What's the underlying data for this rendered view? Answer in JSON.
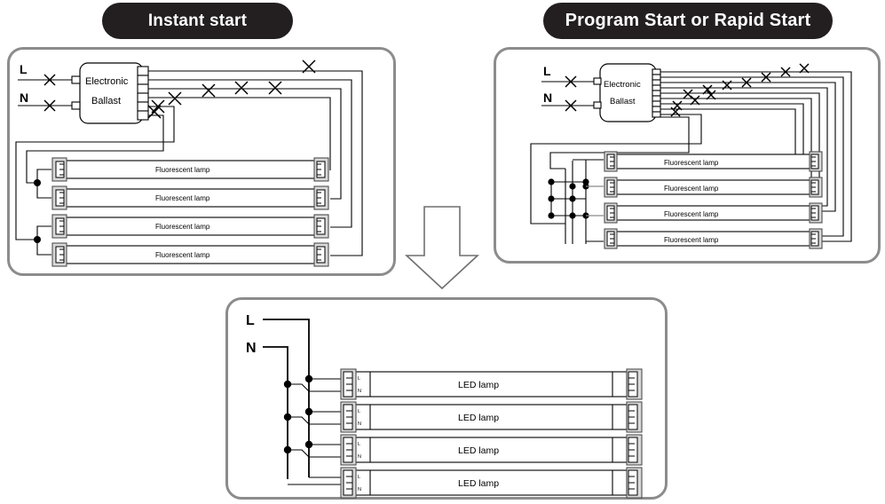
{
  "diagram": {
    "title_pills": [
      {
        "id": "instant-start",
        "label": "Instant start"
      },
      {
        "id": "program-rapid-start",
        "label": "Program Start or Rapid Start"
      }
    ],
    "panels": [
      {
        "id": "instant-start-panel",
        "title": "Instant start",
        "ballast": {
          "line1": "Electronic",
          "line2": "Ballast",
          "terminals": 6
        },
        "supply": [
          {
            "label": "L"
          },
          {
            "label": "N"
          }
        ],
        "lamp_label": "Fluorescent lamp",
        "lamp_count": 4,
        "cut_marks": 8,
        "junction_dots": 2
      },
      {
        "id": "program-rapid-start-panel",
        "title": "Program Start or Rapid Start",
        "ballast": {
          "line1": "Electronic",
          "line2": "Ballast",
          "terminals": 10
        },
        "supply": [
          {
            "label": "L"
          },
          {
            "label": "N"
          }
        ],
        "lamp_label": "Fluorescent lamp",
        "lamp_count": 4,
        "cut_marks": 11,
        "junction_dots": 9
      },
      {
        "id": "led-retrofit-panel",
        "supply": [
          {
            "label": "L"
          },
          {
            "label": "N"
          }
        ],
        "lamp_label": "LED  lamp",
        "lamp_count": 4,
        "endcap_pin_labels": [
          "L",
          "N"
        ],
        "junction_dots": 7
      }
    ],
    "arrow": {
      "name": "down-arrow",
      "direction": "down"
    },
    "colors": {
      "pill_background": "#231f20",
      "pill_text": "#ffffff",
      "panel_border": "#8c8c8c",
      "wire": "#000000",
      "endcap": "#d9d9d9",
      "background": "#ffffff"
    }
  }
}
